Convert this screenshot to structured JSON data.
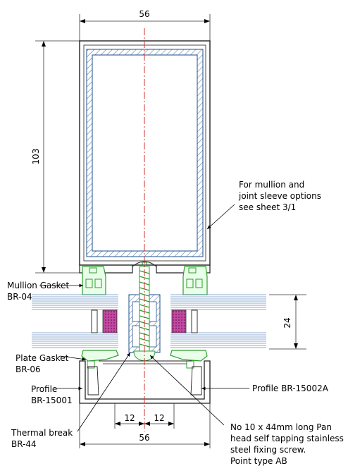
{
  "dimensions": {
    "top_width": "56",
    "bottom_width": "56",
    "height": "103",
    "glass_depth": "24",
    "left_offset": "12",
    "right_offset": "12"
  },
  "labels": {
    "mullion_note": [
      "For mullion and",
      "joint sleeve options",
      "see sheet 3/1"
    ],
    "mullion_gasket": [
      "Mullion Gasket",
      "BR-04"
    ],
    "plate_gasket": [
      "Plate Gasket",
      "BR-06"
    ],
    "profile_left": [
      "Profile",
      "BR-15001"
    ],
    "profile_right": "Profile BR-15002A",
    "thermal_break": [
      "Thermal break",
      "BR-44"
    ],
    "screw": [
      "No 10 x 44mm long Pan",
      "head self tapping stainless",
      "steel fixing screw.",
      "Point type AB"
    ]
  },
  "colors": {
    "outline": "#222222",
    "gasket": "#2e9e2e",
    "centerline": "#d03030",
    "glass": "#6a8fbf",
    "spacer": "#b0208a",
    "hatch": "#5a7fb0"
  }
}
